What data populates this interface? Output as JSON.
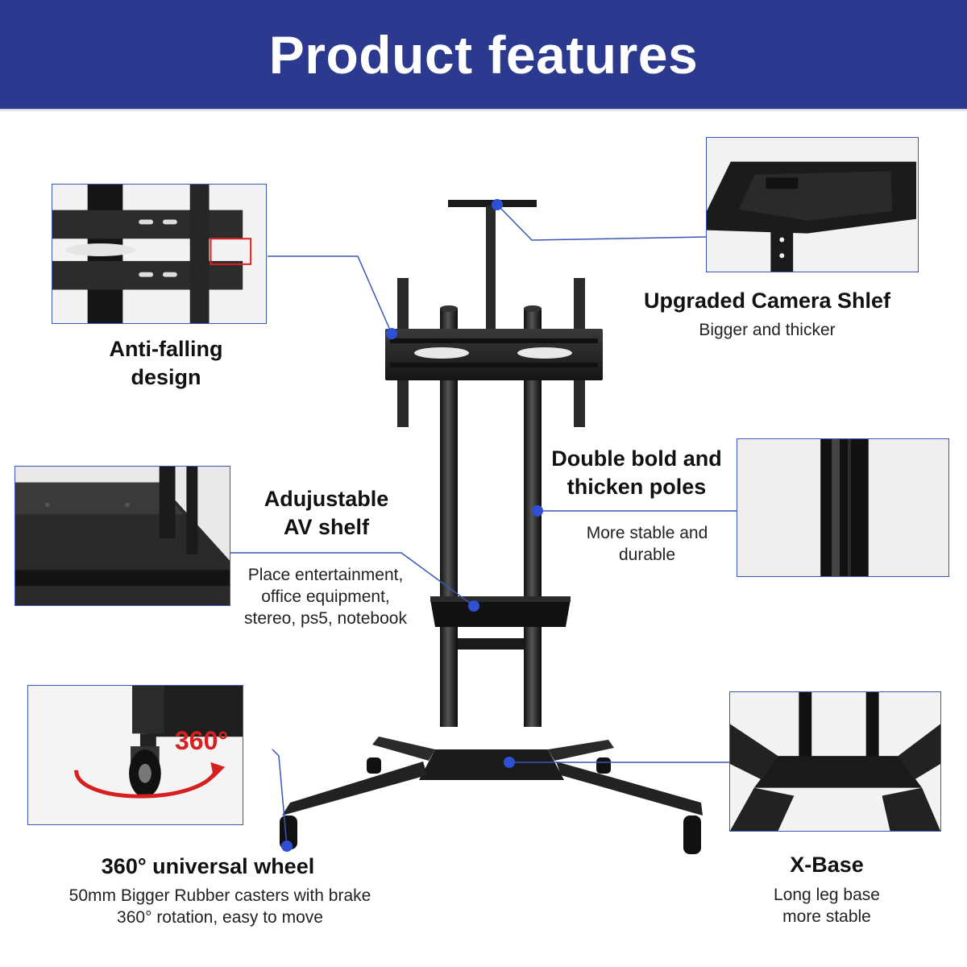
{
  "header": {
    "title": "Product features",
    "bg_color": "#2b3a8f"
  },
  "accent_color": "#3b57b5",
  "features": {
    "anti_falling": {
      "title_line1": "Anti-falling",
      "title_line2": "design"
    },
    "camera_shelf": {
      "title": "Upgraded Camera Shlef",
      "desc": "Bigger and thicker"
    },
    "av_shelf": {
      "title_line1": "Adujustable",
      "title_line2": "AV shelf",
      "desc_line1": "Place entertainment,",
      "desc_line2": "office equipment,",
      "desc_line3": "stereo, ps5, notebook"
    },
    "poles": {
      "title_line1": "Double bold and",
      "title_line2": "thicken poles",
      "desc_line1": "More stable and",
      "desc_line2": "durable"
    },
    "wheel": {
      "badge": "360°",
      "title": "360° universal wheel",
      "desc_line1": "50mm Bigger Rubber casters with brake",
      "desc_line2": "360° rotation, easy to move"
    },
    "x_base": {
      "title": "X-Base",
      "desc_line1": "Long leg base",
      "desc_line2": "more stable"
    }
  }
}
